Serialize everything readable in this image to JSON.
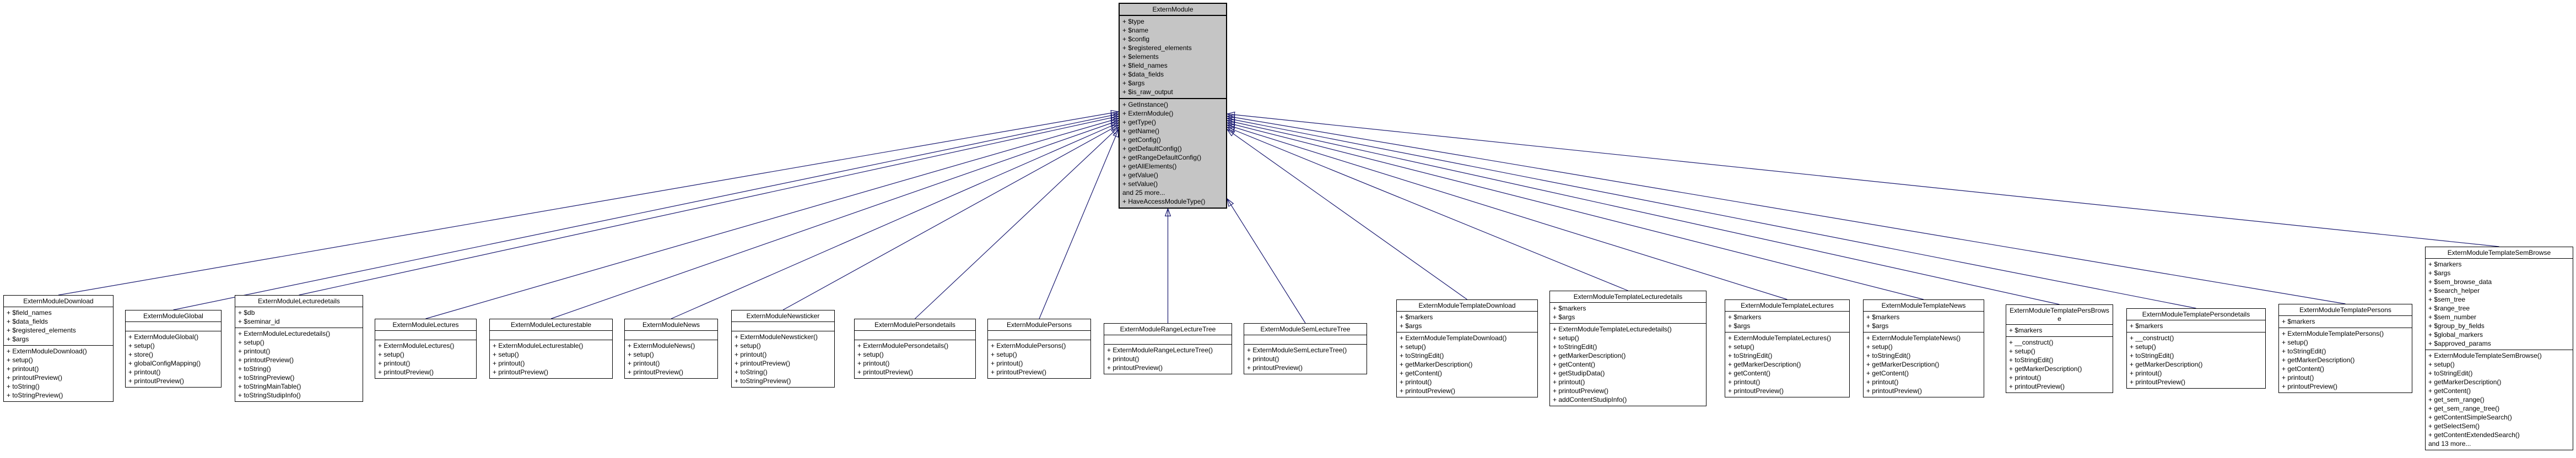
{
  "diagram": {
    "type": "uml-class-inheritance",
    "colors": {
      "edge": "#191970",
      "base_fill": "#c5c5c5",
      "node_fill": "#ffffff",
      "border": "#000000"
    },
    "base_class": {
      "name": "ExternModule",
      "attributes": [
        "+ $type",
        "+ $name",
        "+ $config",
        "+ $registered_elements",
        "+ $elements",
        "+ $field_names",
        "+ $data_fields",
        "+ $args",
        "+ $is_raw_output"
      ],
      "methods": [
        "+ GetInstance()",
        "+ ExternModule()",
        "+ getType()",
        "+ getName()",
        "+ getConfig()",
        "+ getDefaultConfig()",
        "+ getRangeDefaultConfig()",
        "+ getAllElements()",
        "+ getValue()",
        "+ setValue()",
        "and 25 more...",
        "+ HaveAccessModuleType()"
      ]
    },
    "derived_classes": [
      {
        "name": "ExternModuleDownload",
        "attributes": [
          "+ $field_names",
          "+ $data_fields",
          "+ $registered_elements",
          "+ $args"
        ],
        "methods": [
          "+ ExternModuleDownload()",
          "+ setup()",
          "+ printout()",
          "+ printoutPreview()",
          "+ toString()",
          "+ toStringPreview()"
        ]
      },
      {
        "name": "ExternModuleGlobal",
        "attributes": [],
        "methods": [
          "+ ExternModuleGlobal()",
          "+ setup()",
          "+ store()",
          "+ globalConfigMapping()",
          "+ printout()",
          "+ printoutPreview()"
        ]
      },
      {
        "name": "ExternModuleLecturedetails",
        "attributes": [
          "+ $db",
          "+ $seminar_id"
        ],
        "methods": [
          "+ ExternModuleLecturedetails()",
          "+ setup()",
          "+ printout()",
          "+ printoutPreview()",
          "+ toString()",
          "+ toStringPreview()",
          "+ toStringMainTable()",
          "+ toStringStudipInfo()"
        ]
      },
      {
        "name": "ExternModuleLectures",
        "attributes": [],
        "methods": [
          "+ ExternModuleLectures()",
          "+ setup()",
          "+ printout()",
          "+ printoutPreview()"
        ]
      },
      {
        "name": "ExternModuleLecturestable",
        "attributes": [],
        "methods": [
          "+ ExternModuleLecturestable()",
          "+ setup()",
          "+ printout()",
          "+ printoutPreview()"
        ]
      },
      {
        "name": "ExternModuleNews",
        "attributes": [],
        "methods": [
          "+ ExternModuleNews()",
          "+ setup()",
          "+ printout()",
          "+ printoutPreview()"
        ]
      },
      {
        "name": "ExternModuleNewsticker",
        "attributes": [],
        "methods": [
          "+ ExternModuleNewsticker()",
          "+ setup()",
          "+ printout()",
          "+ printoutPreview()",
          "+ toString()",
          "+ toStringPreview()"
        ]
      },
      {
        "name": "ExternModulePersondetails",
        "attributes": [],
        "methods": [
          "+ ExternModulePersondetails()",
          "+ setup()",
          "+ printout()",
          "+ printoutPreview()"
        ]
      },
      {
        "name": "ExternModulePersons",
        "attributes": [],
        "methods": [
          "+ ExternModulePersons()",
          "+ setup()",
          "+ printout()",
          "+ printoutPreview()"
        ]
      },
      {
        "name": "ExternModuleRangeLectureTree",
        "attributes": [],
        "methods": [
          "+ ExternModuleRangeLectureTree()",
          "+ printout()",
          "+ printoutPreview()"
        ]
      },
      {
        "name": "ExternModuleSemLectureTree",
        "attributes": [],
        "methods": [
          "+ ExternModuleSemLectureTree()",
          "+ printout()",
          "+ printoutPreview()"
        ]
      },
      {
        "name": "ExternModuleTemplateDownload",
        "attributes": [
          "+ $markers",
          "+ $args"
        ],
        "methods": [
          "+ ExternModuleTemplateDownload()",
          "+ setup()",
          "+ toStringEdit()",
          "+ getMarkerDescription()",
          "+ getContent()",
          "+ printout()",
          "+ printoutPreview()"
        ]
      },
      {
        "name": "ExternModuleTemplateLecturedetails",
        "attributes": [
          "+ $markers",
          "+ $args"
        ],
        "methods": [
          "+ ExternModuleTemplateLecturedetails()",
          "+ setup()",
          "+ toStringEdit()",
          "+ getMarkerDescription()",
          "+ getContent()",
          "+ getStudipData()",
          "+ printout()",
          "+ printoutPreview()",
          "+ addContentStudipInfo()"
        ]
      },
      {
        "name": "ExternModuleTemplateLectures",
        "attributes": [
          "+ $markers",
          "+ $args"
        ],
        "methods": [
          "+ ExternModuleTemplateLectures()",
          "+ setup()",
          "+ toStringEdit()",
          "+ getMarkerDescription()",
          "+ getContent()",
          "+ printout()",
          "+ printoutPreview()"
        ]
      },
      {
        "name": "ExternModuleTemplateNews",
        "attributes": [
          "+ $markers",
          "+ $args"
        ],
        "methods": [
          "+ ExternModuleTemplateNews()",
          "+ setup()",
          "+ toStringEdit()",
          "+ getMarkerDescription()",
          "+ getContent()",
          "+ printout()",
          "+ printoutPreview()"
        ]
      },
      {
        "name": "ExternModuleTemplatePersBrowse",
        "attributes": [
          "+ $markers"
        ],
        "methods": [
          "+ __construct()",
          "+ setup()",
          "+ toStringEdit()",
          "+ getMarkerDescription()",
          "+ printout()",
          "+ printoutPreview()"
        ]
      },
      {
        "name": "ExternModuleTemplatePersondetails",
        "attributes": [
          "+ $markers"
        ],
        "methods": [
          "+ __construct()",
          "+ setup()",
          "+ toStringEdit()",
          "+ getMarkerDescription()",
          "+ printout()",
          "+ printoutPreview()"
        ]
      },
      {
        "name": "ExternModuleTemplatePersons",
        "attributes": [
          "+ $markers"
        ],
        "methods": [
          "+ ExternModuleTemplatePersons()",
          "+ setup()",
          "+ toStringEdit()",
          "+ getMarkerDescription()",
          "+ getContent()",
          "+ printout()",
          "+ printoutPreview()"
        ]
      },
      {
        "name": "ExternModuleTemplateSemBrowse",
        "attributes": [
          "+ $markers",
          "+ $args",
          "+ $sem_browse_data",
          "+ $search_helper",
          "+ $sem_tree",
          "+ $range_tree",
          "+ $sem_number",
          "+ $group_by_fields",
          "+ $global_markers",
          "+ $approved_params"
        ],
        "methods": [
          "+ ExternModuleTemplateSemBrowse()",
          "+ setup()",
          "+ toStringEdit()",
          "+ getMarkerDescription()",
          "+ getContent()",
          "+ get_sem_range()",
          "+ get_sem_range_tree()",
          "+ getContentSimpleSearch()",
          "+ getSelectSem()",
          "+ getContentExtendedSearch()",
          "and 13 more..."
        ]
      }
    ]
  }
}
